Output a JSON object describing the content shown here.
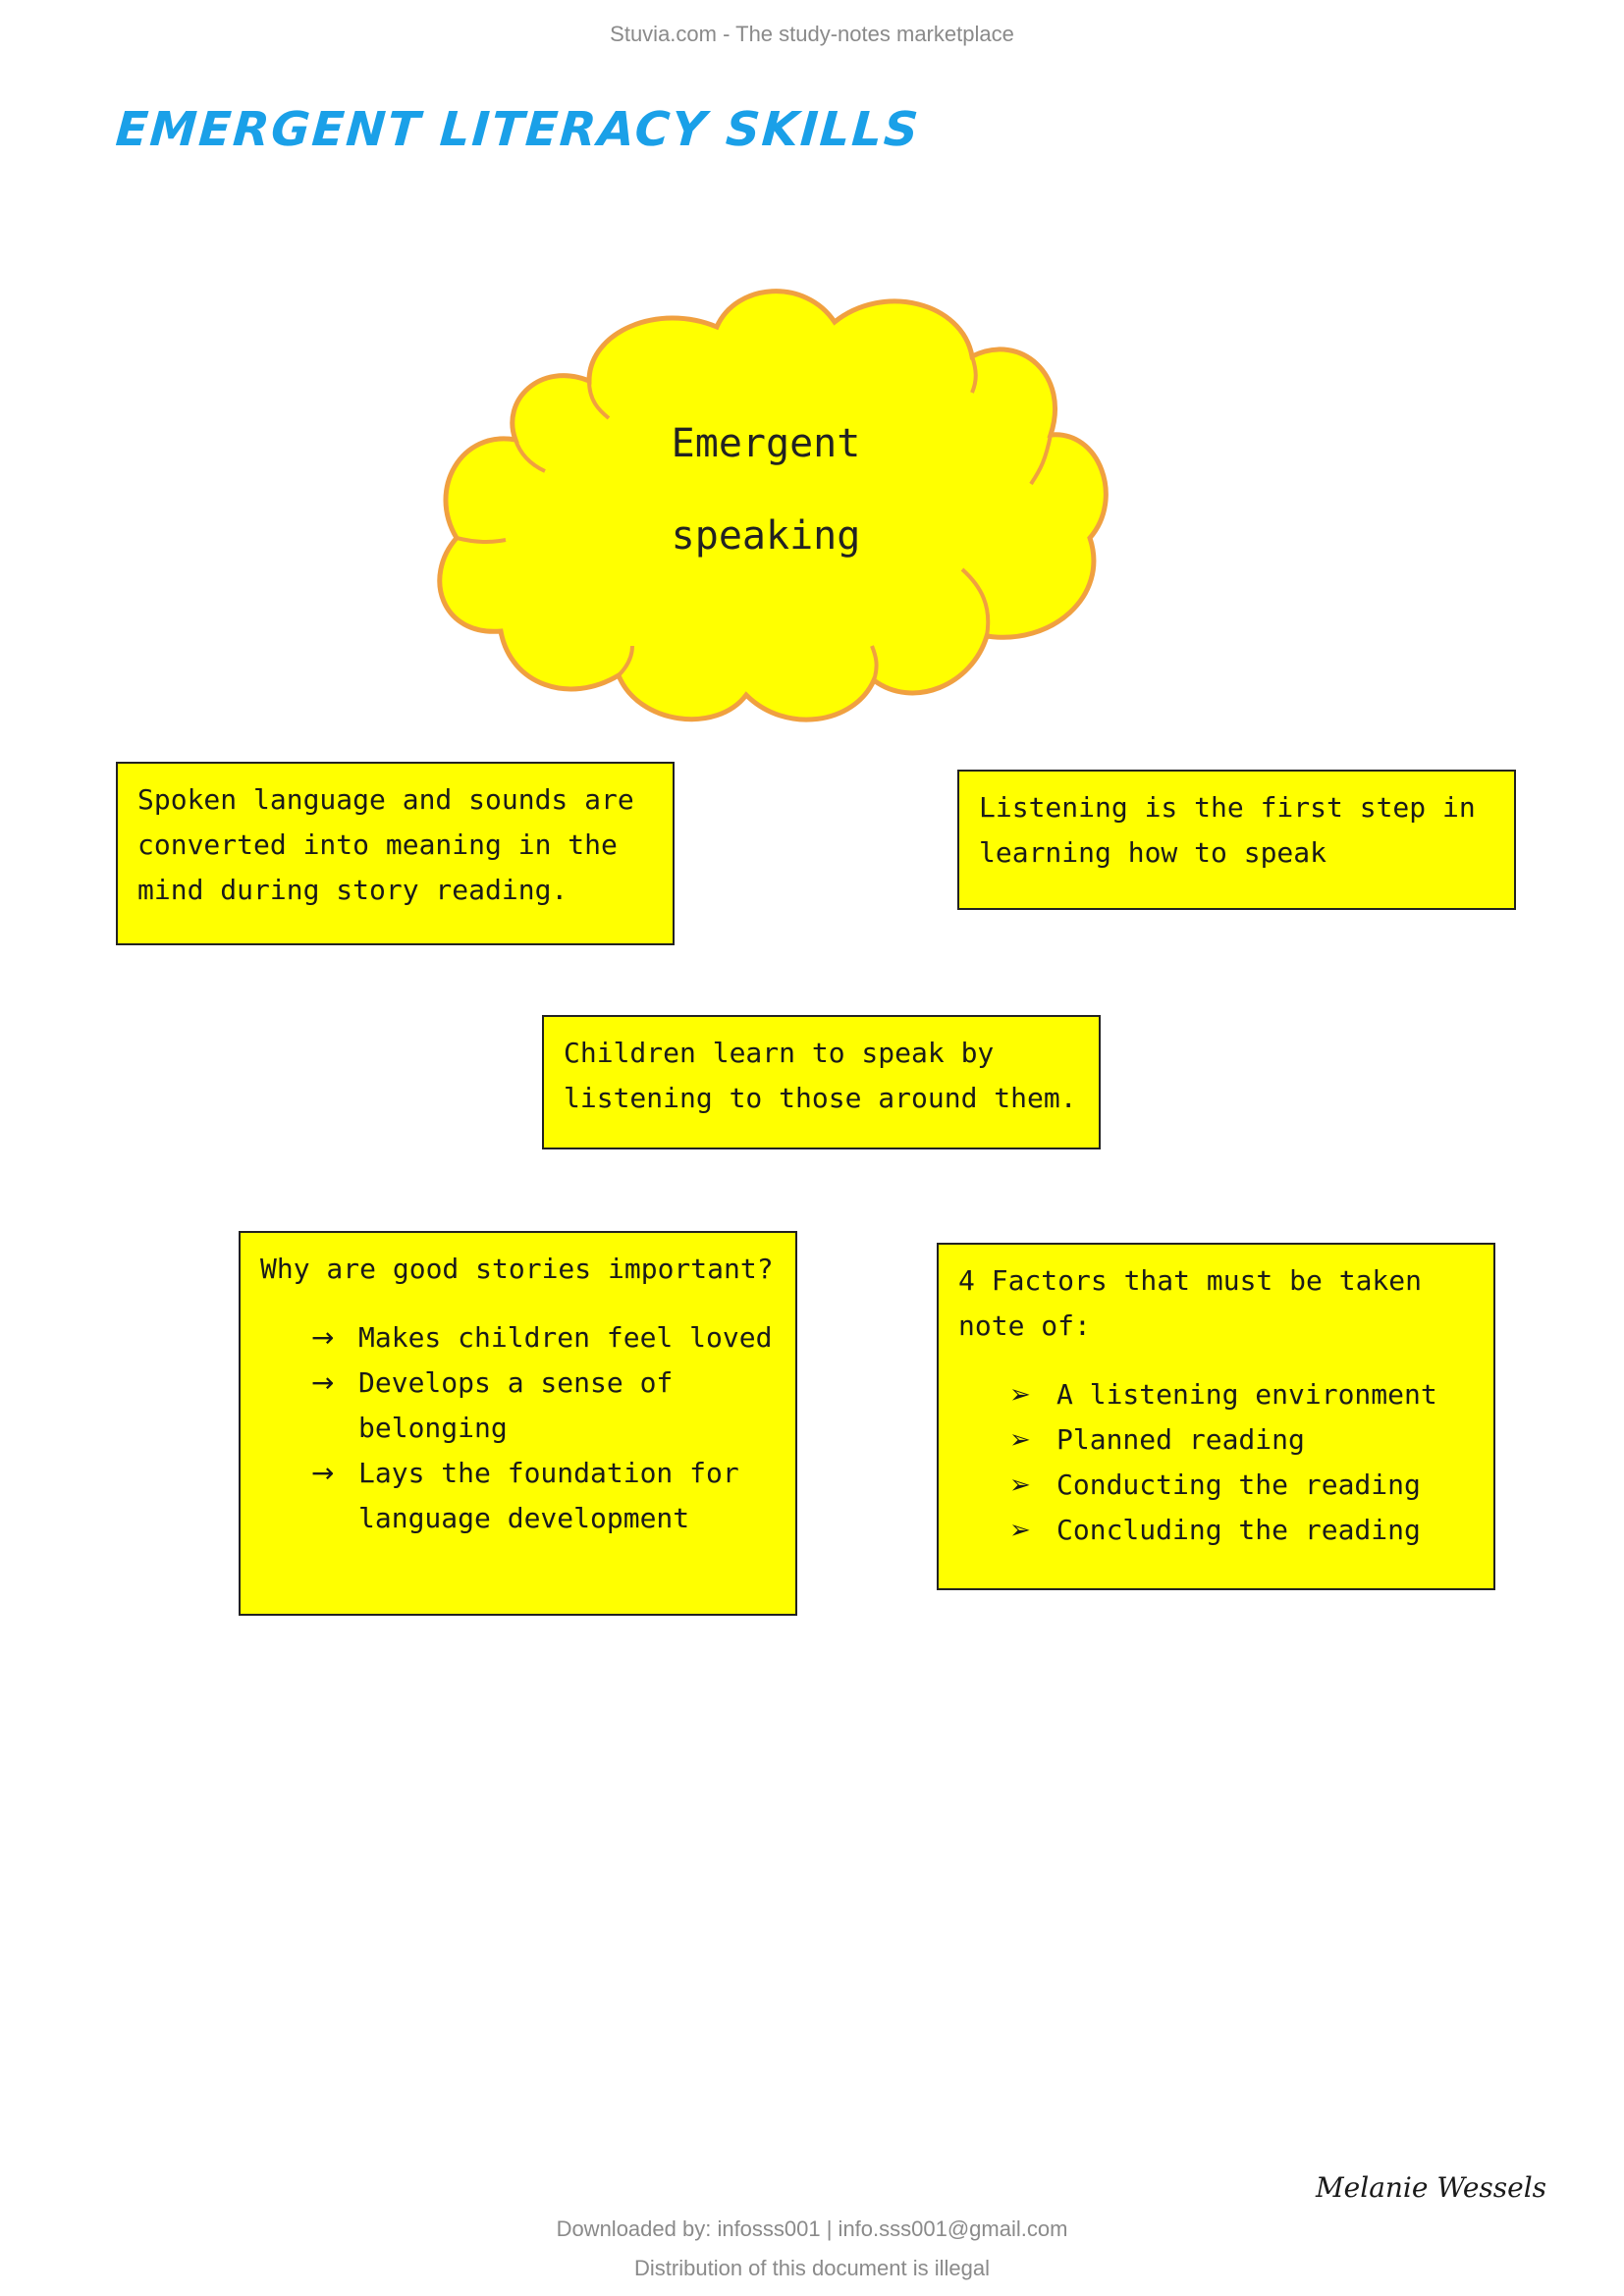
{
  "header": {
    "site": "Stuvia.com - The study-notes marketplace"
  },
  "title": "EMERGENT LITERACY SKILLS",
  "cloud": {
    "line1": "Emergent",
    "line2": "speaking",
    "fill": "#ffff00",
    "stroke": "#f0a040"
  },
  "boxes": {
    "spoken": {
      "text": "Spoken language and sounds are converted into meaning in the mind during story reading."
    },
    "listening": {
      "text": "Listening is the first step in learning how to speak"
    },
    "children": {
      "text": "Children learn to speak by listening to those around them."
    },
    "why": {
      "heading": "Why are good stories important?",
      "marker": "→",
      "items": [
        "Makes children feel loved",
        "Develops a sense of belonging",
        "Lays the foundation for language development"
      ]
    },
    "factors": {
      "heading": "4 Factors that must be taken note of:",
      "marker": "➢",
      "items": [
        "A listening environment",
        "Planned reading",
        "Conducting the reading",
        "Concluding the reading"
      ]
    }
  },
  "signature": "Melanie Wessels",
  "footer": {
    "downloaded": "Downloaded by: infosss001 | info.sss001@gmail.com",
    "distribution": "Distribution of this document is illegal"
  },
  "colors": {
    "title": "#1aa0e8",
    "box_fill": "#ffff00",
    "muted_text": "#8a8a8a"
  }
}
